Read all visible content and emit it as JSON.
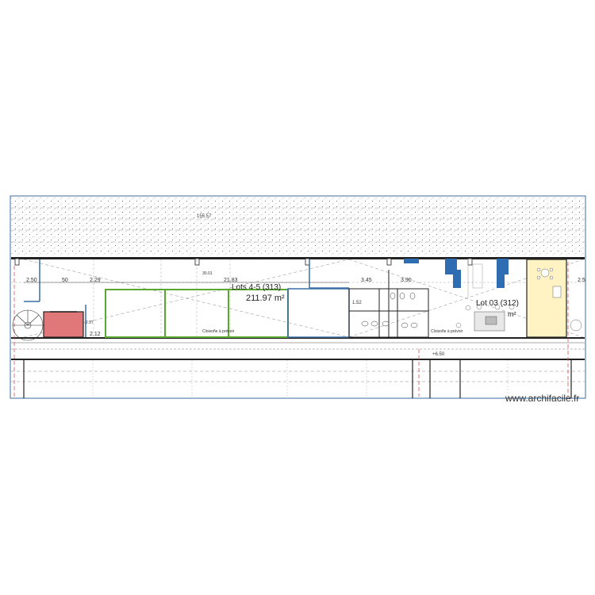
{
  "plan": {
    "lot_45_title": "Lots 4-5 (313)",
    "lot_45_area": "211.97 m²",
    "lot_312_title": "Lot 03 (312)",
    "lot_312_area": "m²",
    "level_mark": "+6.50",
    "dimensions": {
      "d250": "2.50",
      "d50": "50",
      "d229": "2.29",
      "d21683": "21.83",
      "d345": "3.45",
      "d390": "3.90",
      "d301": "30.01",
      "d212": "2.12",
      "d237": "2.37",
      "d152": "1.52",
      "d25": "2.5",
      "d5557": "155.57"
    },
    "notes": {
      "cloison_a": "Cloisoñe à prévoir",
      "cloison_b": "Cloisoñe à prévoir"
    }
  },
  "colors": {
    "outline": "#3a6ea5",
    "green_partition": "#5aa832",
    "hatch_dot": "#6b6b6b",
    "red_room": "#e0787a",
    "yellow_room": "#fff3c4",
    "blue_fixture": "#2f6db3",
    "wall": "#222222"
  },
  "watermark": "www.archifacile.fr"
}
